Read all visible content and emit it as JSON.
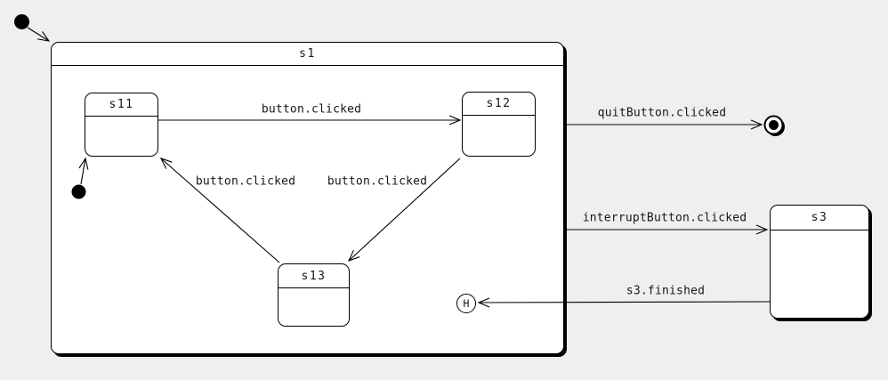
{
  "diagram": {
    "type": "uml-state-machine"
  },
  "states": {
    "s1": {
      "label": "s1"
    },
    "s11": {
      "label": "s11"
    },
    "s12": {
      "label": "s12"
    },
    "s13": {
      "label": "s13"
    },
    "s3": {
      "label": "s3"
    }
  },
  "pseudostates": {
    "history": {
      "label": "H"
    }
  },
  "transitions": {
    "s11_to_s12": {
      "label": "button.clicked"
    },
    "s13_to_s11": {
      "label": "button.clicked"
    },
    "s12_to_s13": {
      "label": "button.clicked"
    },
    "s1_to_final": {
      "label": "quitButton.clicked"
    },
    "s1_to_s3": {
      "label": "interruptButton.clicked"
    },
    "s3_to_history": {
      "label": "s3.finished"
    }
  },
  "colors": {
    "background": "#efefef",
    "state_fill": "#ffffff",
    "line": "#000000",
    "shadow": "#000000"
  }
}
